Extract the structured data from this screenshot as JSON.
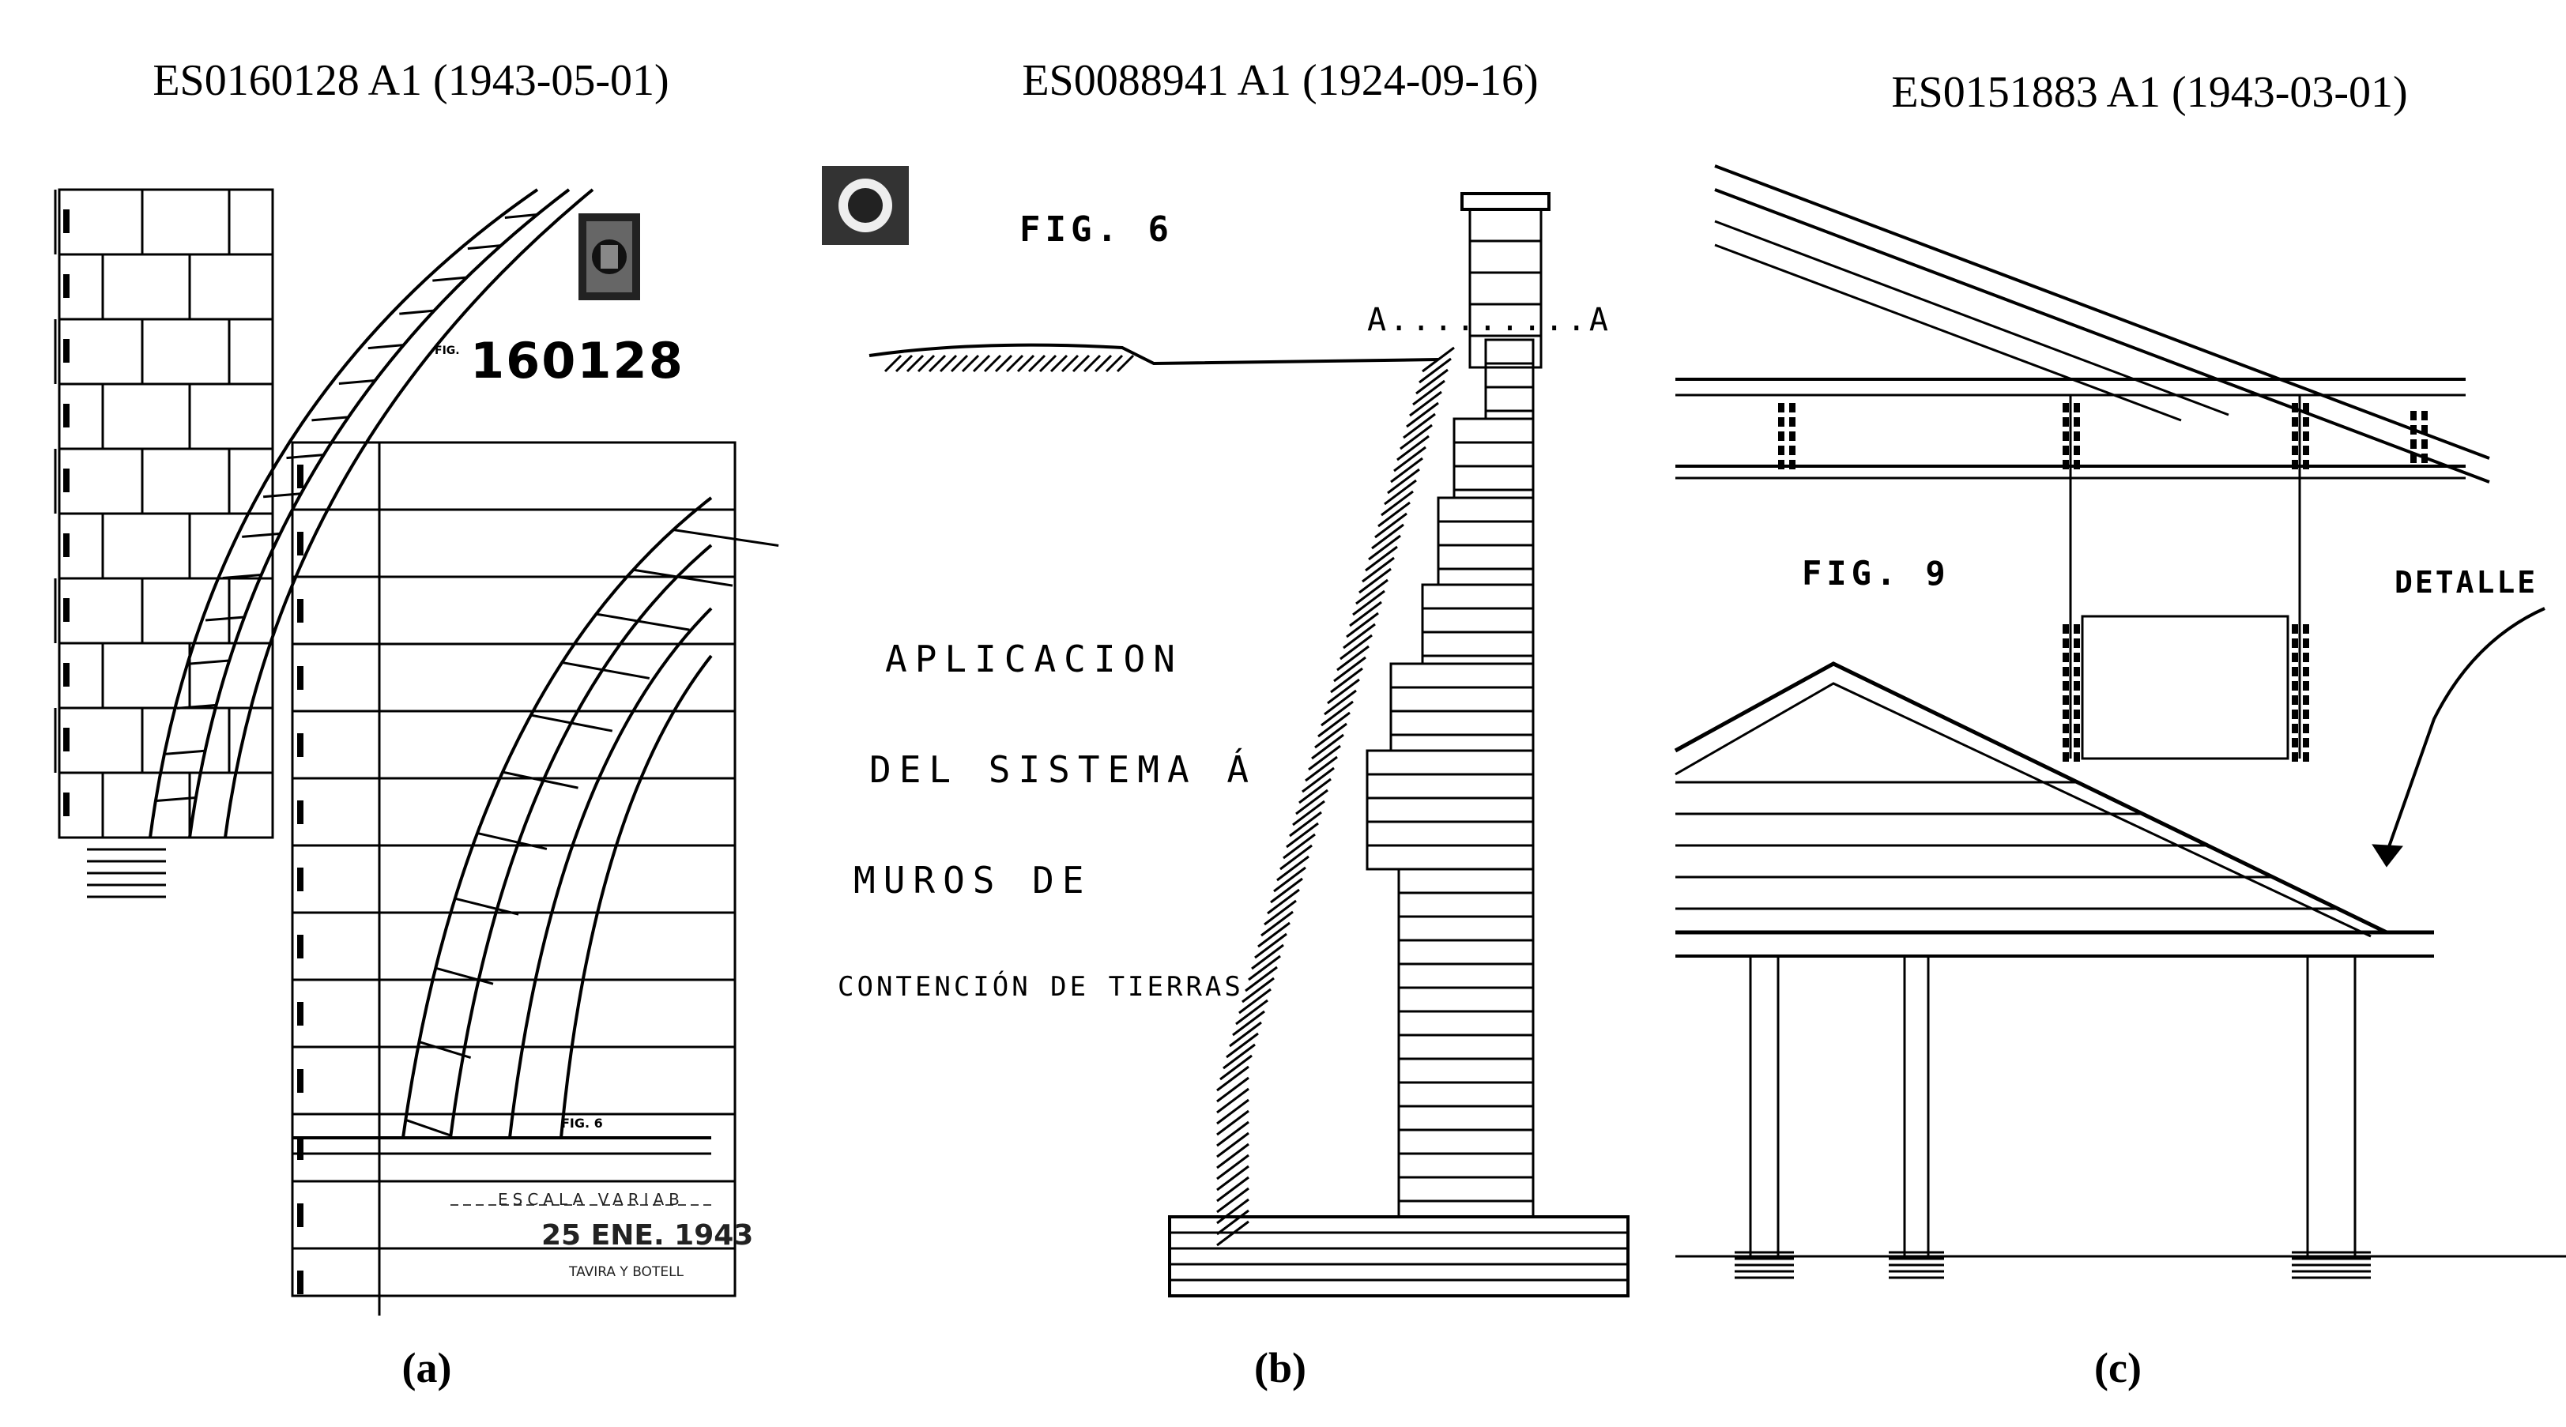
{
  "panels": [
    {
      "id": "a",
      "title": "ES0160128 A1 (1943-05-01)",
      "label": "(a)",
      "drawing_text": {
        "number": "160128",
        "fig_small": "FIG.",
        "fig_label": "FIG. 6",
        "stamp_line1": "ESCALA VARIAB",
        "stamp_date": "25 ENE. 1943",
        "stamp_line3": "TAVIRA Y BOTELL"
      }
    },
    {
      "id": "b",
      "title": "ES0088941 A1 (1924-09-16)",
      "label": "(b)",
      "drawing_text": {
        "fig_label": "FIG. 6",
        "section_mark": "A.........A",
        "caption_line1": "APLICACION",
        "caption_line2": "DEL SISTEMA Á",
        "caption_line3": "MUROS DE",
        "caption_line4": "CONTENCIÓN DE TIERRAS"
      }
    },
    {
      "id": "c",
      "title": "ES0151883 A1 (1943-03-01)",
      "label": "(c)",
      "drawing_text": {
        "fig_label": "FIG. 9",
        "detail_label": "DETALLE"
      }
    }
  ]
}
